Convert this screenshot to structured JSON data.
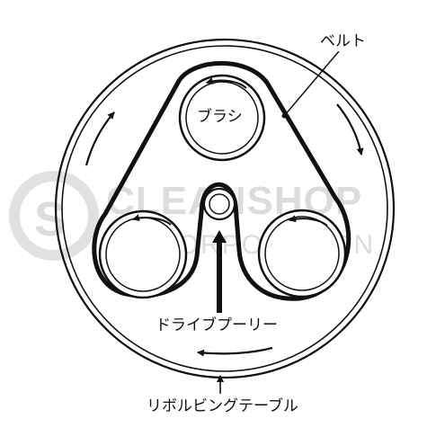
{
  "labels": {
    "belt": "ベルト",
    "brush": "ブラシ",
    "drive_pulley": "ドライブプーリー",
    "revolving_table": "リボルビングテーブル"
  },
  "watermark": {
    "brand": "CLEANSHOP",
    "company": "CS CORPORATION"
  },
  "colors": {
    "ink": "#111111",
    "watermark": "#d9d9d9",
    "background": "#ffffff"
  }
}
